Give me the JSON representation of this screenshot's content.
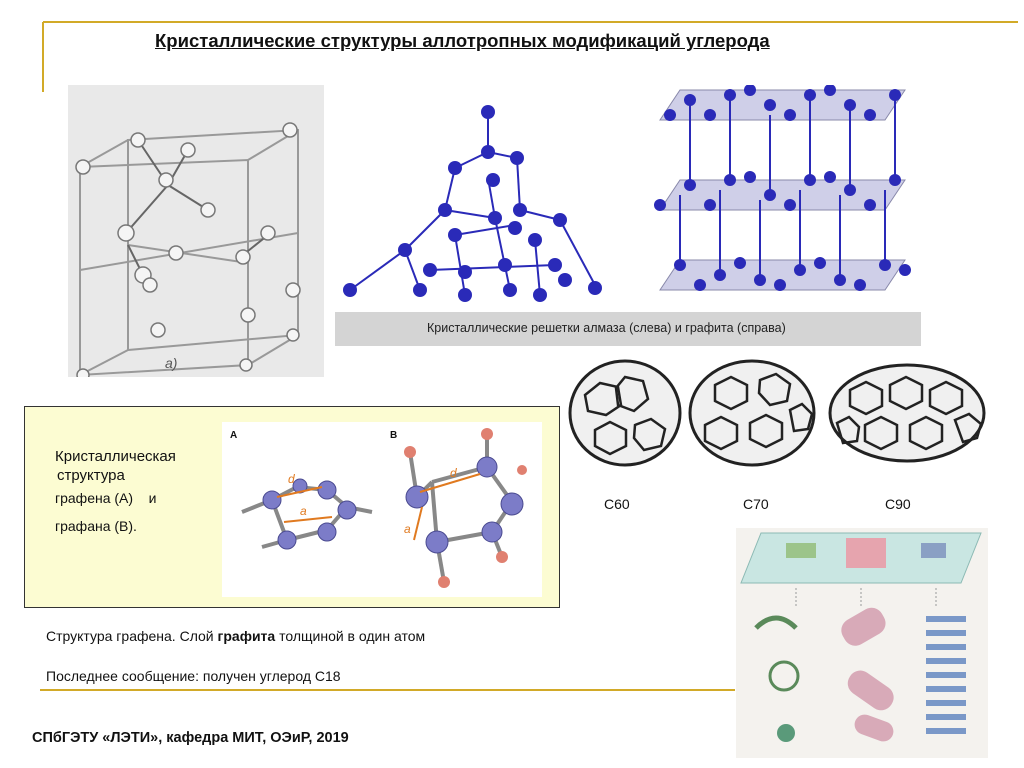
{
  "slide": {
    "title": "Кристаллические структуры аллотропных модификаций углерода",
    "figure_a_label": "а)",
    "caption": "Кристаллические решетки алмаза (слева) и графита (справа)",
    "graphene_box": {
      "line1": "Кристаллическая",
      "line2": "структура",
      "line3": "графена (А)    и",
      "line4": "графана (В).",
      "label_a": "A",
      "label_b": "B",
      "dim_d": "d",
      "dim_a": "a"
    },
    "fullerenes": [
      "C60",
      "C70",
      "C90"
    ],
    "graphene_text_pre": "Структура графена. Слой ",
    "graphene_text_bold": "графита",
    "graphene_text_post": " толщиной в один атом",
    "latest_news": "Последнее сообщение: получен углерод С18",
    "footer": "СПбГЭТУ «ЛЭТИ», кафедра МИТ, ОЭиР, 2019"
  },
  "colors": {
    "accent_line": "#d2aa28",
    "box_fill": "#fcfcd2",
    "atom_blue": "#2a2ab8",
    "atom_purple": "#7c7cc8"
  }
}
